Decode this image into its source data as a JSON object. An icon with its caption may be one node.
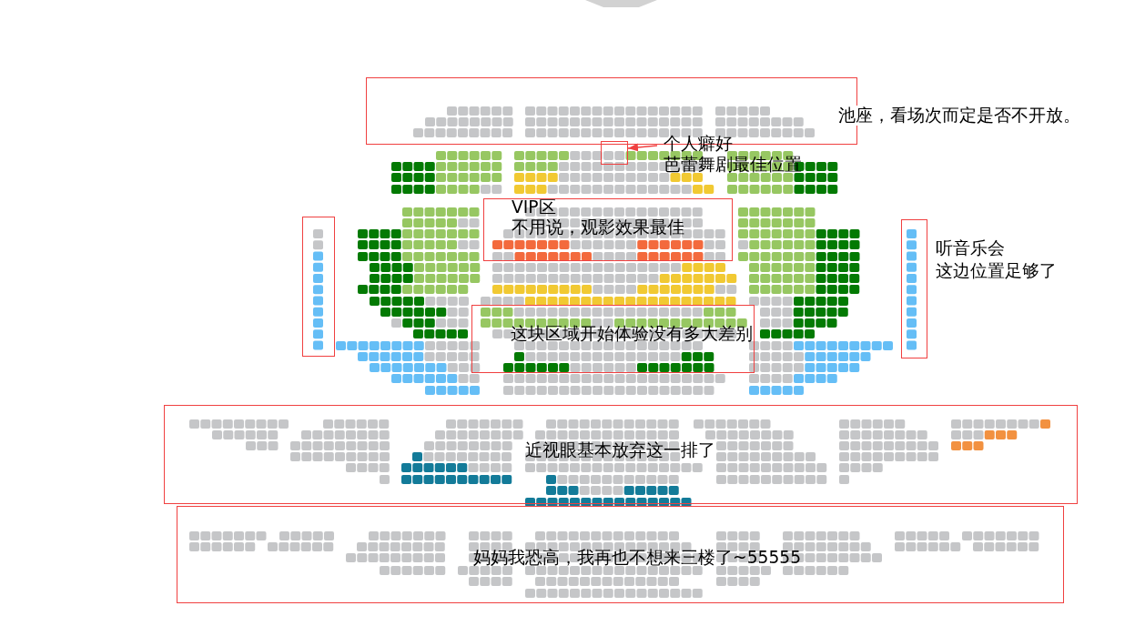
{
  "diagram": {
    "nodes": [
      {
        "text": [],
        "shape": "box",
        "beside": [
          "池座，看场次而定是否不开放。"
        ]
      },
      {
        "text": [],
        "shape": "box"
      },
      {
        "text": [
          "个人癖好",
          "芭蕾舞剧最佳位置"
        ]
      },
      {
        "text": [
          "VIP区",
          "不用说，观影效果最佳"
        ]
      },
      {
        "text": [],
        "shape": "box"
      },
      {
        "text": [],
        "shape": "box",
        "beside": [
          "听音乐会",
          "这边位置足够了"
        ]
      },
      {
        "text": [
          "这块区域开始体验没有多大差别"
        ]
      },
      {
        "text": [
          "近视眼基本放弃这一排了"
        ]
      },
      {
        "text": [
          "妈妈我恐高，我再也不想来三楼了~55555"
        ]
      }
    ],
    "edges": [
      {
        "from": 2,
        "to": 1,
        "arrow": "to",
        "color": "#f04040"
      }
    ]
  }
}
